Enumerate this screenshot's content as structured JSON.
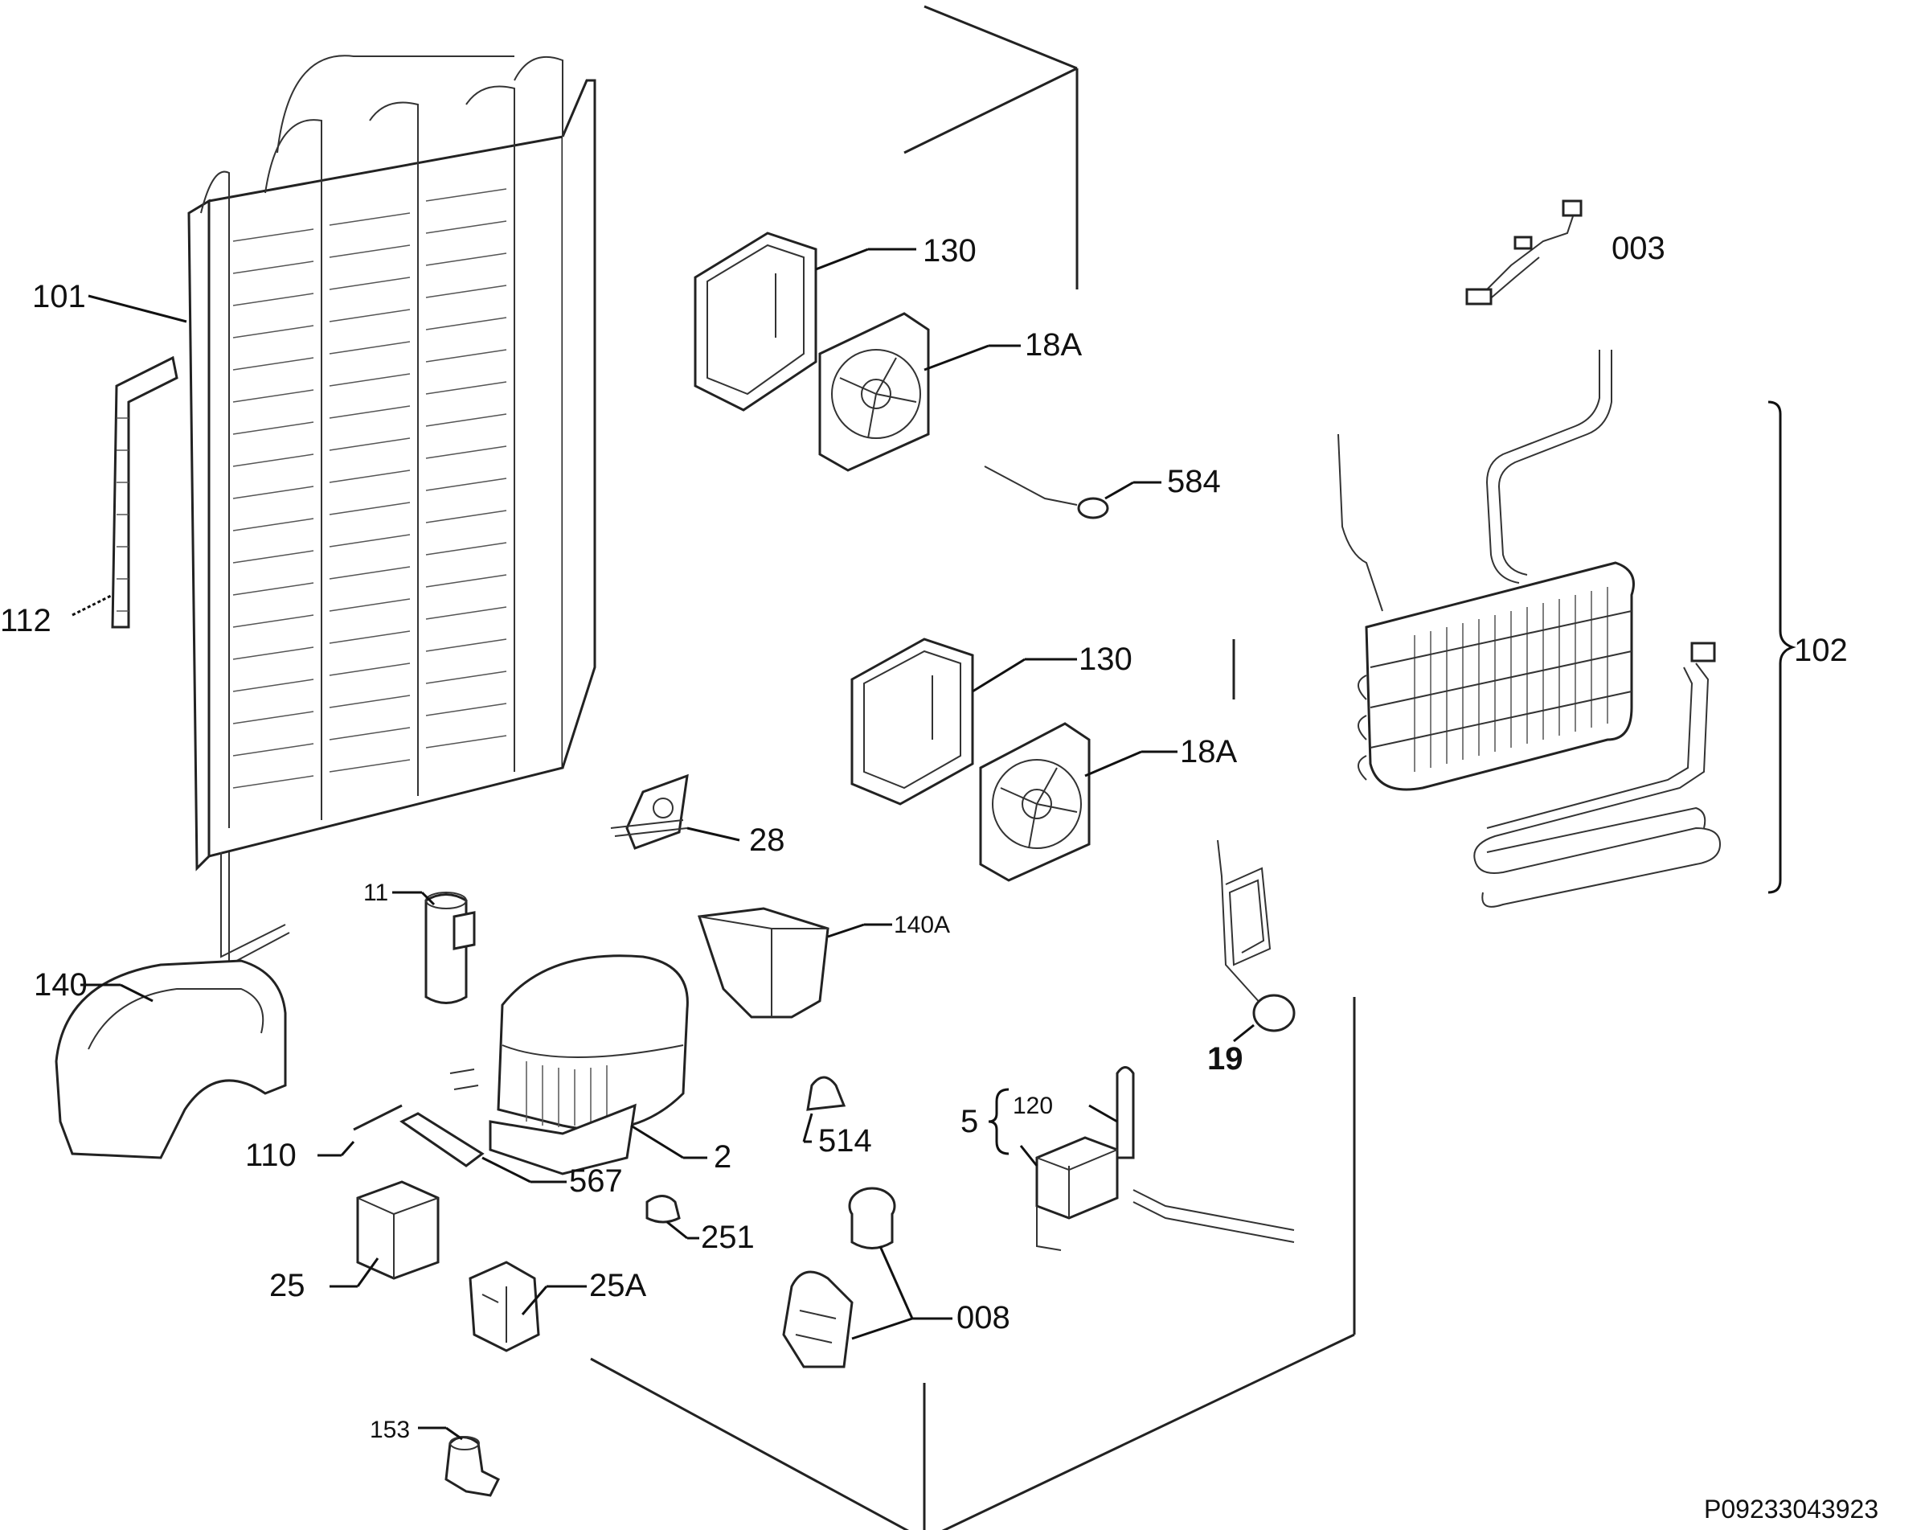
{
  "drawing_code": "P09233043923",
  "labels": {
    "l003": "003",
    "l101": "101",
    "l102": "102",
    "l112": "112",
    "l130a": "130",
    "l130b": "130",
    "l18a_top": "18A",
    "l18a_mid": "18A",
    "l584": "584",
    "l28": "28",
    "l11": "11",
    "l140": "140",
    "l140a": "140A",
    "l19": "19",
    "l5": "5",
    "l120": "120",
    "l110": "110",
    "l2": "2",
    "l514": "514",
    "l567": "567",
    "l251": "251",
    "l25": "25",
    "l25a": "25A",
    "l008": "008",
    "l153": "153"
  },
  "colors": {
    "line": "#111111",
    "background": "#ffffff"
  }
}
